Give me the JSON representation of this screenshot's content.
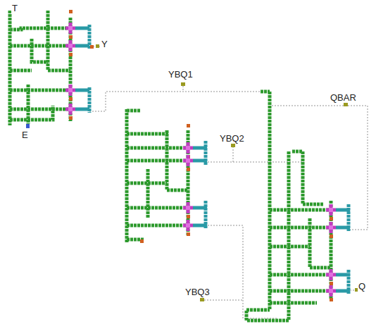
{
  "diagram": {
    "labels": [
      "T",
      "E",
      "Y",
      "YBQ1",
      "YBQ2",
      "QBAR",
      "YBQ3",
      "Q"
    ]
  }
}
